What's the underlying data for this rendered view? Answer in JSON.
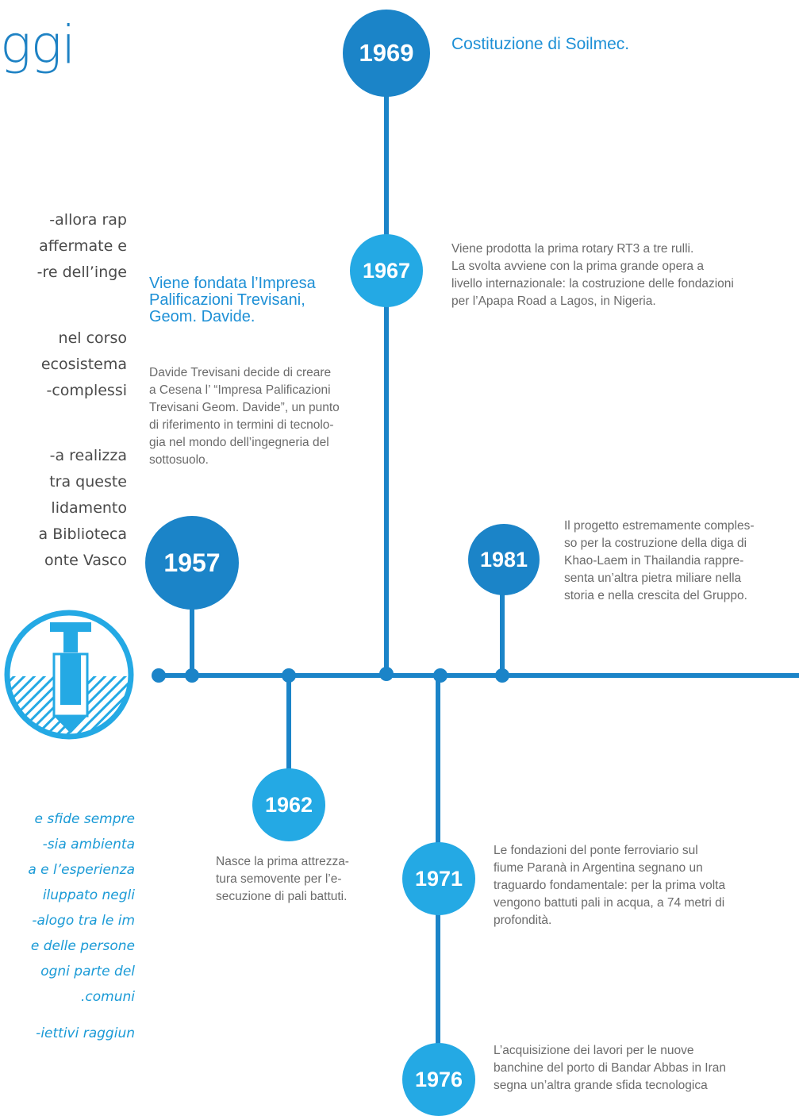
{
  "headline": "ggi",
  "intro_lines": [
    "allora rap-",
    "affermate e",
    "re dell’inge-",
    "nel corso",
    "ecosistema",
    "complessi-",
    "a realizza-",
    "tra queste",
    "lidamento",
    "a Biblioteca",
    "onte Vasco"
  ],
  "quote_lines": [
    "e sfide sempre",
    "sia ambienta-",
    "a e l’esperienza",
    "iluppato negli",
    "alogo tra le im-",
    "e delle persone",
    "ogni parte del",
    "comuni.",
    "iettivi raggiun-"
  ],
  "timeline": {
    "y1969": {
      "year": "1969",
      "text": "Costituzione di Soilmec."
    },
    "y1967": {
      "year": "1967",
      "text_lines": [
        "Viene prodotta la prima rotary RT3 a tre rulli.",
        "La svolta avviene con la prima grande opera a",
        "livello internazionale: la costruzione delle fondazioni",
        "per l’Apapa Road a Lagos, in Nigeria."
      ]
    },
    "y1957": {
      "year": "1957",
      "heading_lines": [
        "Viene fondata l’Impresa",
        "Palificazioni Trevisani,",
        "Geom. Davide."
      ],
      "text_lines": [
        "Davide Trevisani decide di creare",
        "a Cesena l’ “Impresa Palificazioni",
        "Trevisani Geom. Davide”, un punto",
        "di riferimento in termini di tecnolo-",
        "gia nel mondo dell’ingegneria del",
        "sottosuolo."
      ]
    },
    "y1981": {
      "year": "1981",
      "text_lines": [
        "Il progetto estremamente comples-",
        "so per la costruzione della diga di",
        "Khao-Laem in Thailandia rappre-",
        "senta un’altra pietra miliare nella",
        "storia e nella crescita del Gruppo."
      ]
    },
    "y1962": {
      "year": "1962",
      "text_lines": [
        "Nasce la prima attrezza-",
        "tura semovente per l’e-",
        "secuzione di pali battuti."
      ]
    },
    "y1971": {
      "year": "1971",
      "text_lines": [
        "Le fondazioni del ponte ferroviario sul",
        "fiume Paranà in Argentina segnano un",
        "traguardo fondamentale: per la prima volta",
        "vengono battuti pali in acqua, a 74 metri di",
        "profondità."
      ]
    },
    "y1976": {
      "year": "1976",
      "text_lines": [
        "L’acquisizione dei lavori per le nuove",
        "banchine del porto di Bandar Abbas in Iran",
        "segna un’altra grande sfida tecnologica"
      ]
    }
  },
  "colors": {
    "dark_blue": "#1b84c8",
    "light_blue": "#24a9e4",
    "heading_blue": "#1e90d6"
  },
  "icons": {
    "logo": "pile-driving-logo-icon"
  }
}
